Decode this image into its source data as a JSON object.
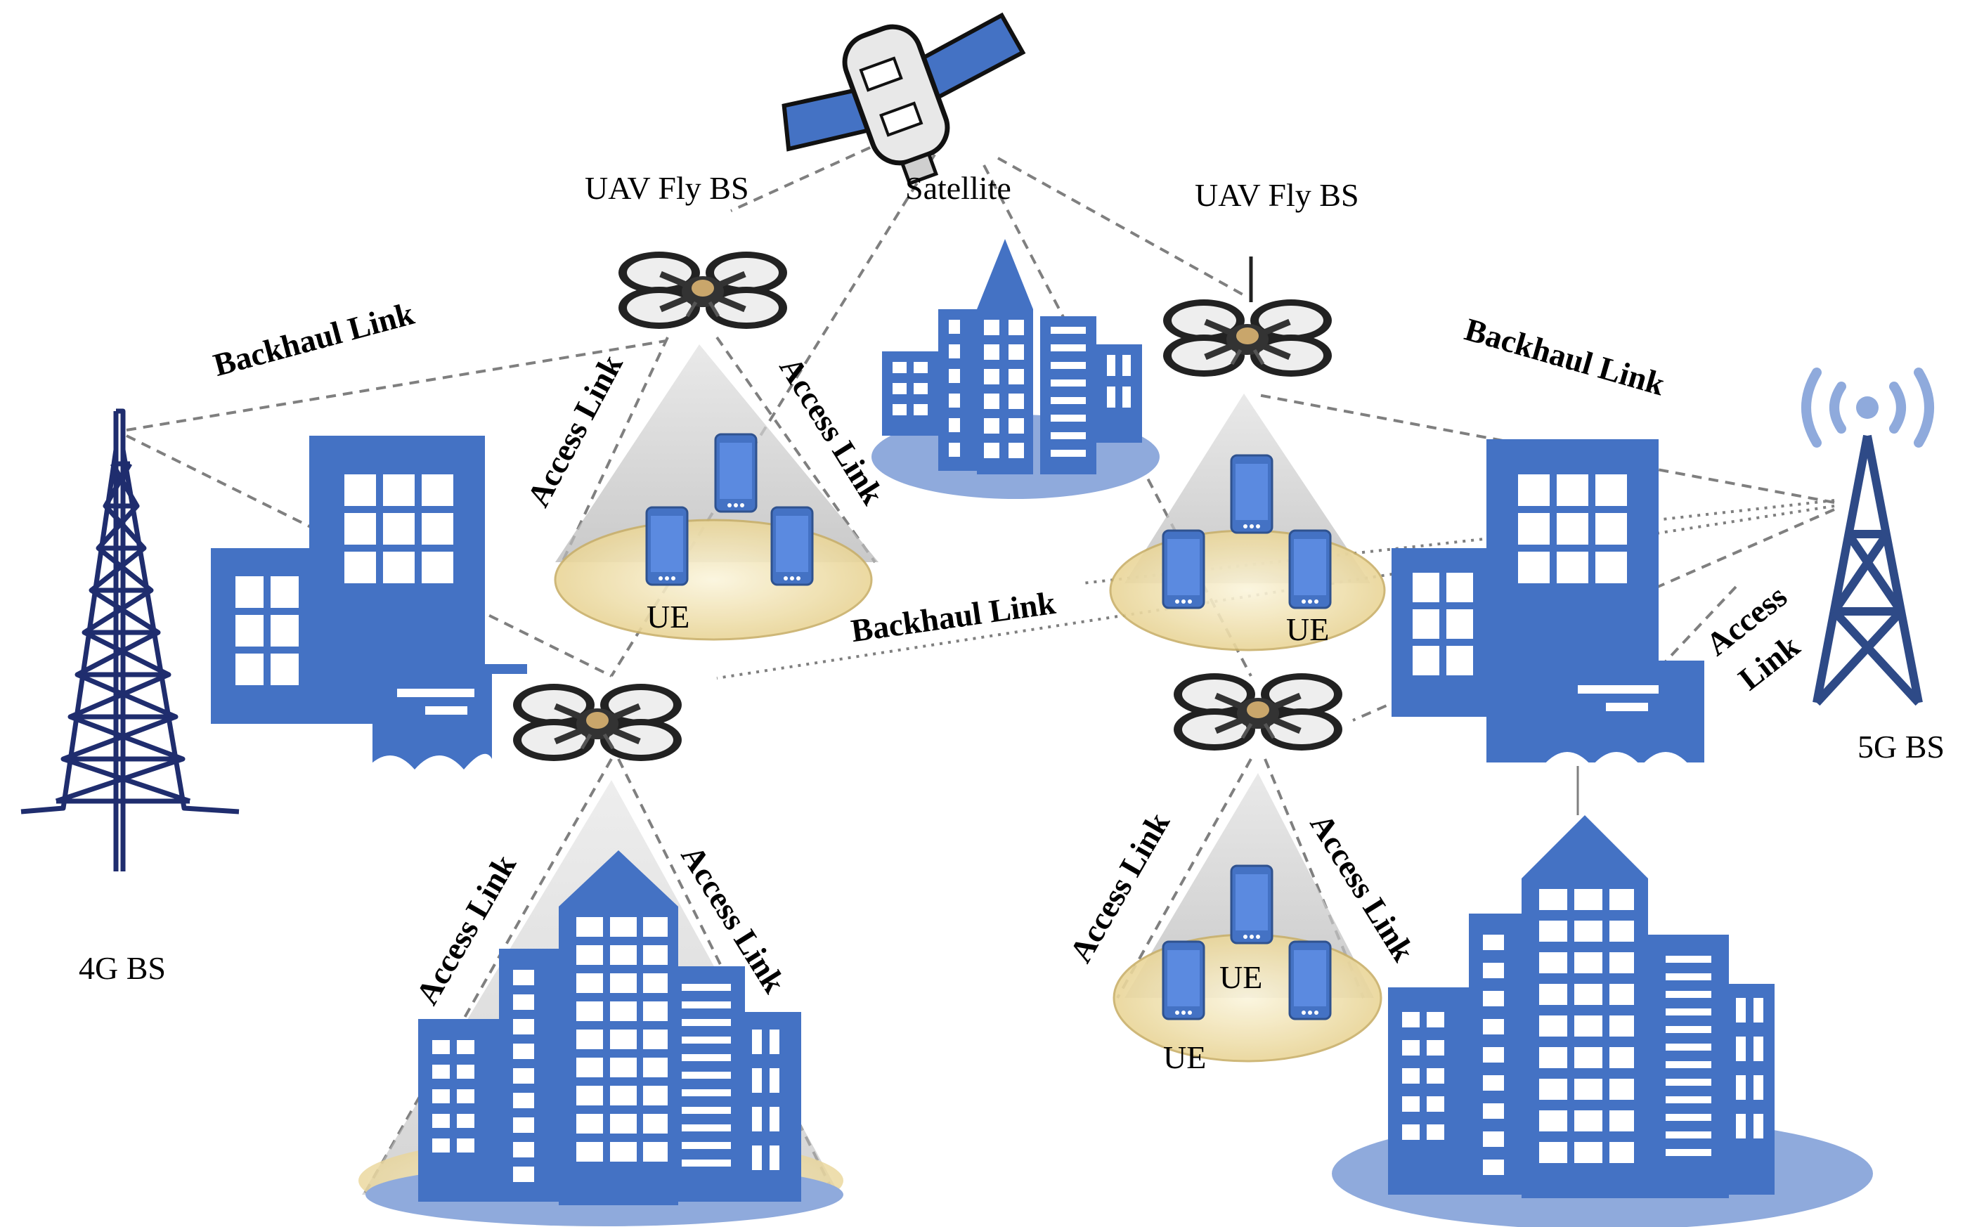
{
  "nodes": {
    "satellite": "Satellite",
    "uav_left": "UAV Fly BS",
    "uav_right": "UAV Fly BS",
    "bs_4g": "4G BS",
    "bs_5g": "5G BS"
  },
  "links": {
    "backhaul_left": "Backhaul Link",
    "backhaul_right": "Backhaul Link",
    "backhaul_mid": "Backhaul Link",
    "access_ul_left": "Access Link",
    "access_ul_right": "Access Link",
    "access_ll_left": "Access Link",
    "access_ll_right": "Access Link",
    "access_lr_left": "Access Link",
    "access_lr_right": "Access Link",
    "access_5g_1": "Access",
    "access_5g_2": "Link"
  },
  "ue": {
    "ue_top_left": "UE",
    "ue_top_right": "UE",
    "ue_bottom_right_1": "UE",
    "ue_bottom_right_2": "UE"
  },
  "colors": {
    "building": "#4472c4",
    "building_light": "#8faadc",
    "tower_4g": "#1f2d6e",
    "tower_5g": "#2e4a87",
    "link_line": "#7f7f7f",
    "coverage_cone": "#c8c8c8",
    "coverage_disk": "#f3e6b8"
  }
}
